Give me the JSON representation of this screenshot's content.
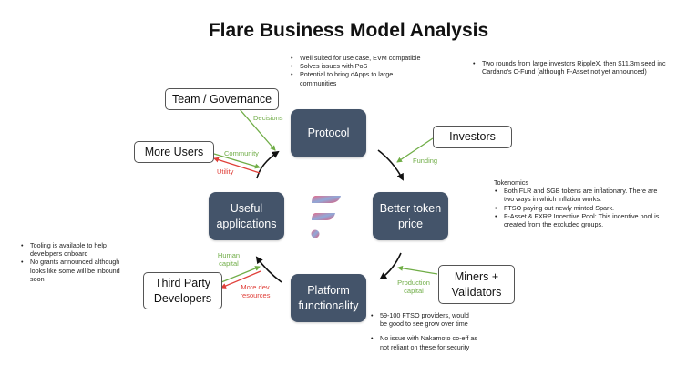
{
  "title": "Flare Business Model Analysis",
  "cycle_nodes": {
    "protocol": "Protocol",
    "better_token_price": "Better token price",
    "platform_functionality": "Platform functionality",
    "useful_applications": "Useful applications"
  },
  "external_nodes": {
    "team_governance": "Team / Governance",
    "more_users": "More Users",
    "investors": "Investors",
    "miners_validators": "Miners + Validators",
    "third_party_developers": "Third Party Developers"
  },
  "flow_labels": {
    "decisions": "Decisions",
    "community": "Community",
    "utility": "Utility",
    "funding": "Funding",
    "production_capital": "Production capital",
    "human_capital": "Human capital",
    "more_dev_resources": "More dev resources"
  },
  "colors": {
    "node_fill": "#44546a",
    "positive_flow": "#70ad47",
    "negative_flow": "#e0403a",
    "cycle_arrow": "#111111"
  },
  "notes": {
    "protocol": [
      "Well suited for use case, EVM compatible",
      "Solves issues with PoS",
      "Potential to bring dApps to large communities"
    ],
    "investors": [
      "Two rounds from large investors RippleX, then $11.3m seed inc Cardano's C-Fund (although F-Asset not yet announced)"
    ],
    "tokenomics": {
      "heading": "Tokenomics",
      "item": "Both FLR and SGB tokens are inflationary. There are two ways in which inflation works:",
      "subitems": [
        "FTSO paying out newly minted Spark.",
        "F-Asset & FXRP Incentive Pool: This incentive pool is created from the excluded groups."
      ]
    },
    "developers": [
      "Tooling is available to help developers onboard",
      "No grants announced although looks like some will be inbound soon"
    ],
    "validators": [
      "59-100 FTSO providers, would be good to see grow over time",
      "No issue with Nakamoto co-eff as not reliant on these for security"
    ]
  },
  "logo": "flare-logo"
}
